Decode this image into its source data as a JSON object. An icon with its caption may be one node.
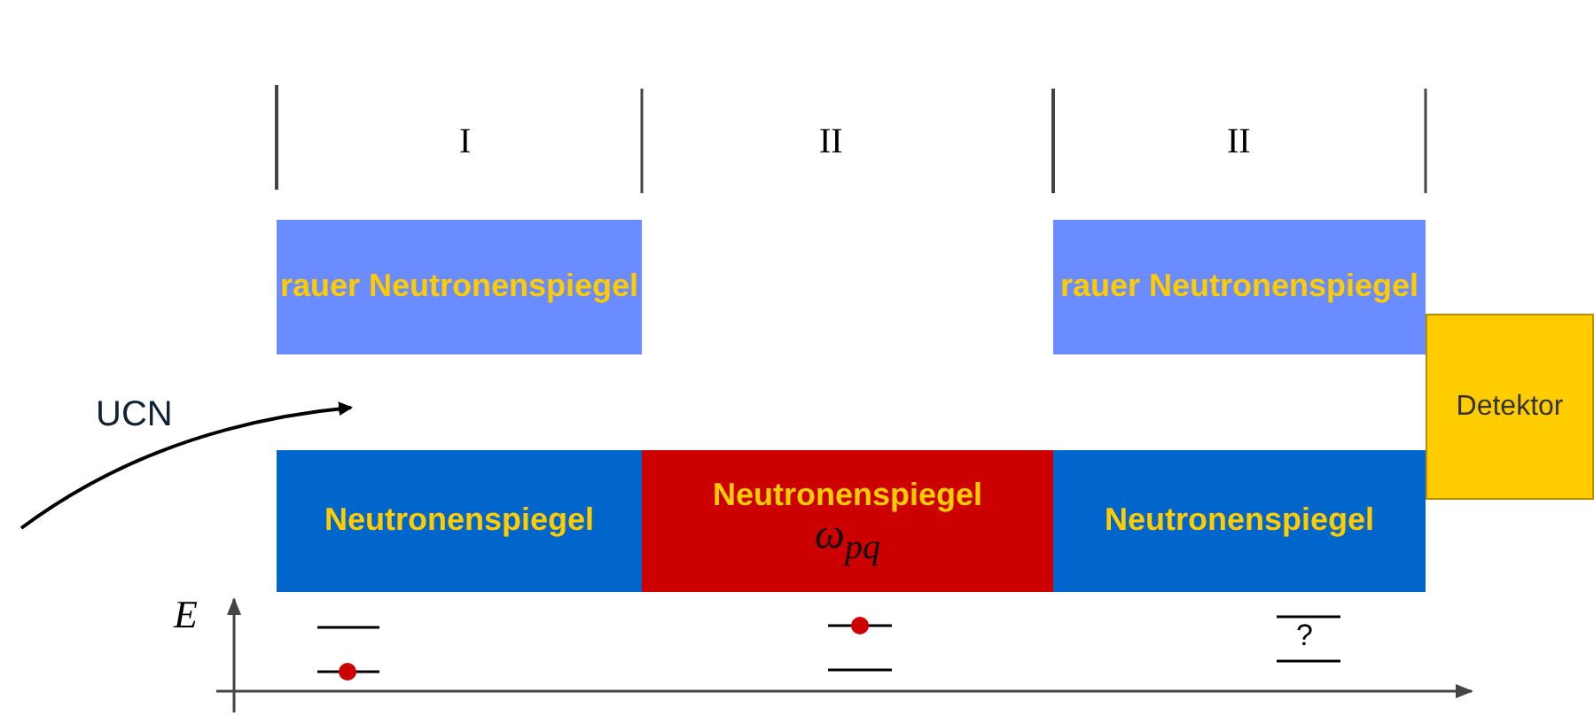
{
  "diagram": {
    "nodes": [
      {
        "text": [
          "rauer Neutronenspiegel"
        ]
      },
      {
        "text": [
          "rauer Neutronenspiegel"
        ]
      },
      {
        "text": [
          "Detektor"
        ]
      },
      {
        "text": [
          "Neutronenspiegel"
        ]
      },
      {
        "text": [
          "Neutronenspiegel",
          "ω$_{pq}$"
        ]
      },
      {
        "text": [
          "Neutronenspiegel"
        ]
      }
    ],
    "labels": [
      "I",
      "II",
      "II",
      "UCN",
      "E",
      "?"
    ]
  }
}
